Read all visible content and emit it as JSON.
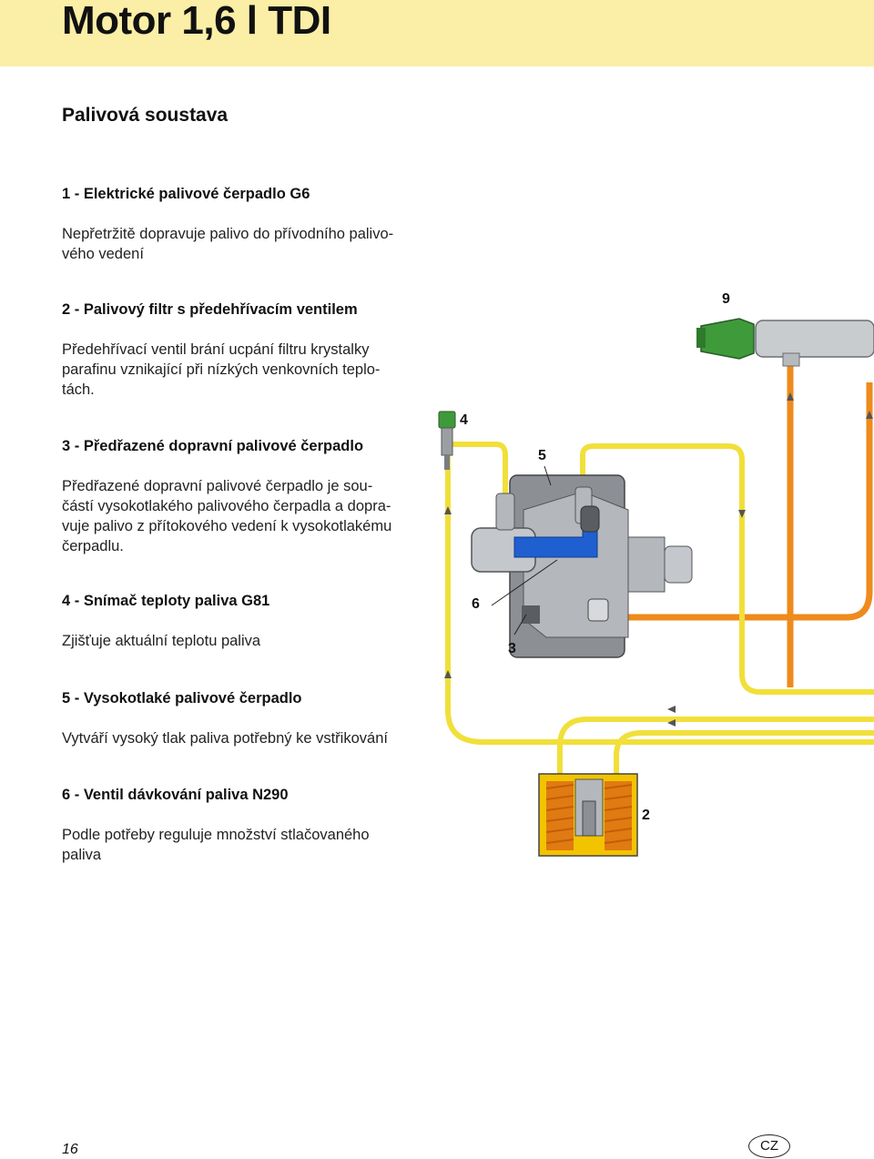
{
  "page": {
    "title": "Motor 1,6 l TDI",
    "section_title": "Palivová soustava",
    "page_number": "16",
    "language_badge": "CZ"
  },
  "items": [
    {
      "heading": "1 - Elektrické palivové čerpadlo G6",
      "description": "Nepřetržitě dopravuje palivo do přívodního palivo-\nvého vedení"
    },
    {
      "heading": "2 - Palivový filtr s předehřívacím ventilem",
      "description": "Předehřívací ventil brání ucpání filtru krystalky\nparafinu vznikající při nízkých venkovních teplo-\ntách."
    },
    {
      "heading": "3 - Předřazené dopravní palivové čerpadlo",
      "description": "Předřazené dopravní palivové čerpadlo je sou-\nčástí vysokotlakého palivového čerpadla a dopra-\nvuje palivo z přítokového vedení k vysokotlakému\nčerpadlu."
    },
    {
      "heading": "4 - Snímač teploty paliva G81",
      "description": "Zjišťuje aktuální teplotu paliva"
    },
    {
      "heading": "5 - Vysokotlaké palivové čerpadlo",
      "description": "Vytváří vysoký tlak paliva potřebný ke vstřikování"
    },
    {
      "heading": "6 - Ventil dávkování paliva N290",
      "description": "Podle potřeby reguluje množství stlačovaného\npaliva"
    }
  ],
  "diagram": {
    "labels": {
      "l9": "9",
      "l4": "4",
      "l5": "5",
      "l6": "6",
      "l3": "3",
      "l2": "2"
    },
    "colors": {
      "supply_line": "#f1df3a",
      "high_pressure_line": "#ef8a1d",
      "pump_body": "#9b9ea3",
      "pump_channel": "#1f5fd0",
      "sensor": "#3f9a3a",
      "filter_core": "#f2c400",
      "filter_element": "#e07a12",
      "rail": "#c9cccf"
    }
  }
}
